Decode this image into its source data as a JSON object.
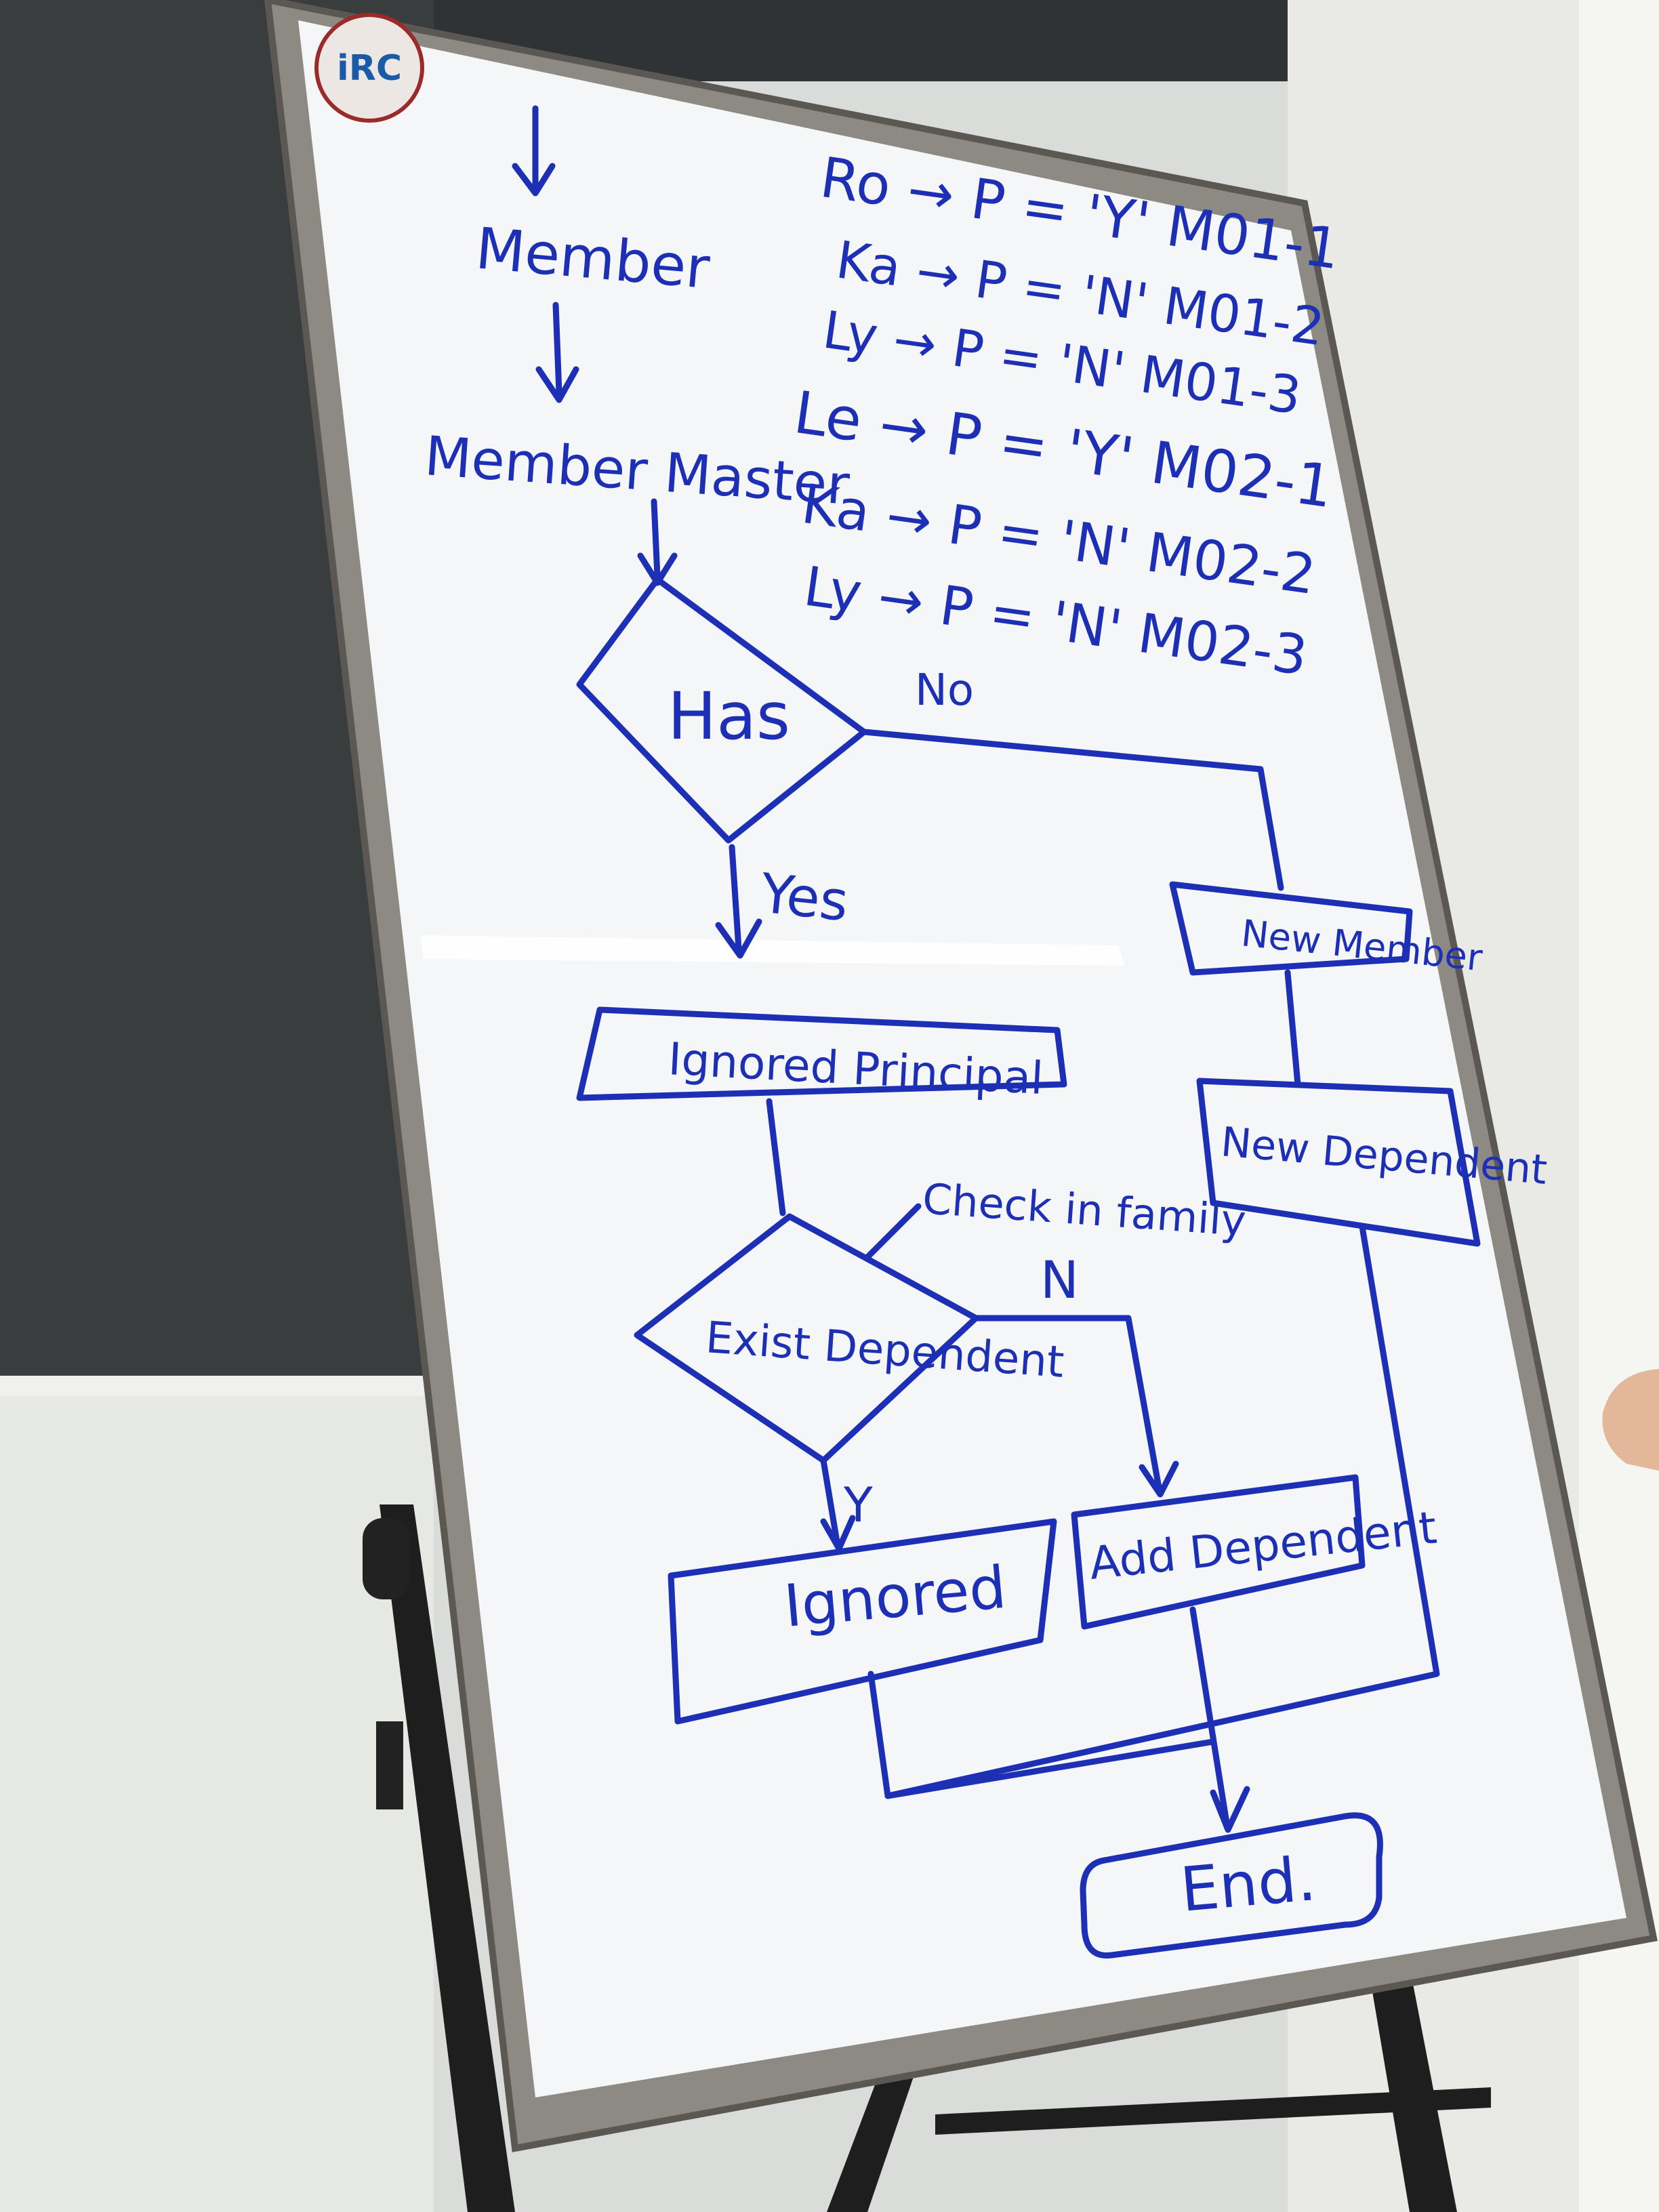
{
  "colors": {
    "marker_blue": "#1c2fb5",
    "board_white": "#f4f6f8",
    "frame": "#8a8680"
  },
  "logo": {
    "text": "iRC"
  },
  "top_notes": [
    "Ro → P = 'Y' M01-1",
    "Ka → P = 'N' M01-2",
    "Ly → P = 'N' M01-3",
    "Le → P = 'Y' M02-1",
    "Ka → P = 'N' M02-2",
    "Ly → P = 'N' M02-3"
  ],
  "flow": {
    "member": "Member",
    "member_master": "Member Master",
    "has": "Has",
    "no_label": "No",
    "yes_label": "Yes",
    "ignored_principal": "Ignored Principal",
    "new_member": "New Member",
    "new_dependent": "New Dependent",
    "check_in_family": "Check in family",
    "exist_dependent": "Exist Dependent",
    "n_label": "N",
    "y_label": "Y",
    "ignored": "Ignored",
    "add_dependent": "Add Dependent",
    "end": "End."
  }
}
